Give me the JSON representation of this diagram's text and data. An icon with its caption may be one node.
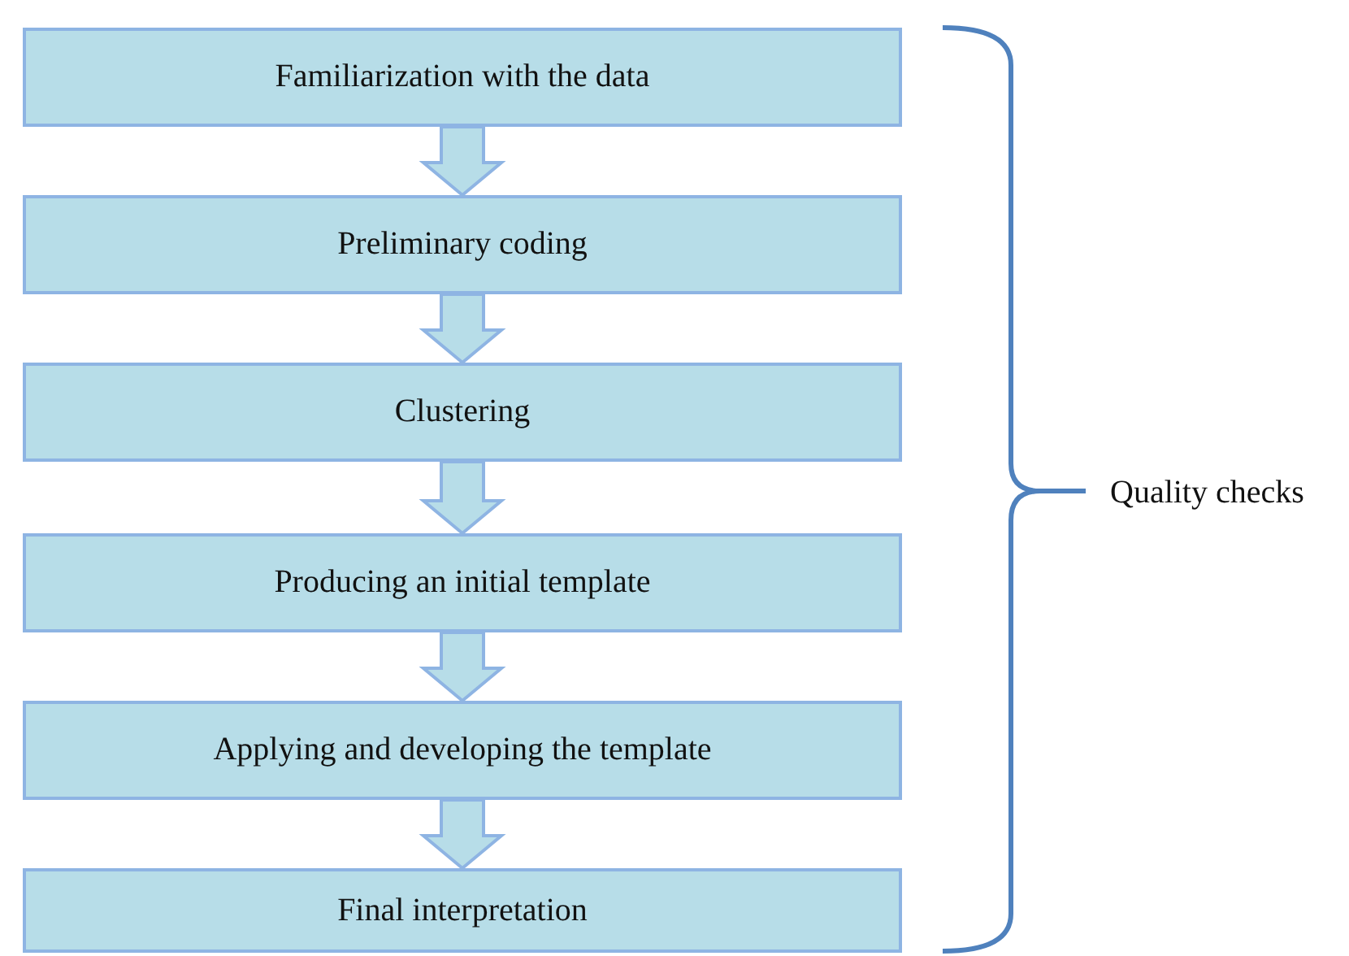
{
  "diagram": {
    "nodes": [
      {
        "text": [
          "Familiarization with the data"
        ]
      },
      {
        "text": [
          "Preliminary coding"
        ]
      },
      {
        "text": [
          "Clustering"
        ]
      },
      {
        "text": [
          "Producing an initial template"
        ]
      },
      {
        "text": [
          "Applying and developing the template"
        ]
      },
      {
        "text": [
          "Final interpretation"
        ]
      }
    ],
    "edges": [
      {
        "from": 0,
        "to": 1,
        "arrow": "to"
      },
      {
        "from": 1,
        "to": 2,
        "arrow": "to"
      },
      {
        "from": 2,
        "to": 3,
        "arrow": "to"
      },
      {
        "from": 3,
        "to": 4,
        "arrow": "to"
      },
      {
        "from": 4,
        "to": 5,
        "arrow": "to"
      }
    ],
    "labels": [
      "Quality checks"
    ]
  }
}
